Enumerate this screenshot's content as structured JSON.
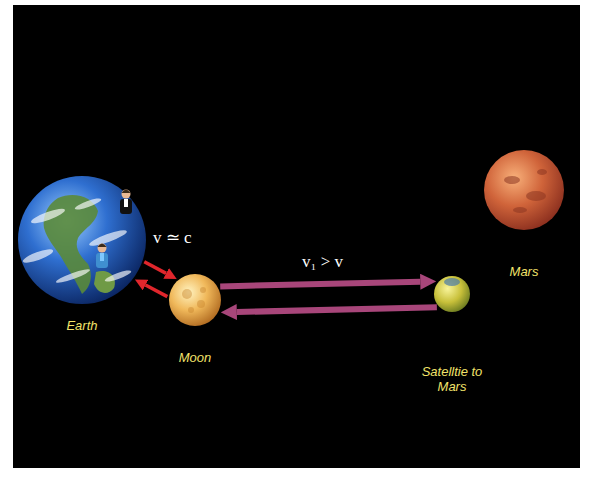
{
  "diagram": {
    "nodes": [
      {
        "text": [
          "Earth"
        ]
      },
      {
        "text": [
          "Moon"
        ]
      },
      {
        "text": [
          "Satelltie to Mars"
        ]
      },
      {
        "text": [
          "Mars"
        ]
      }
    ],
    "edges": [
      {
        "from": 0,
        "to": 1,
        "arrow": "to",
        "label": "v ≃ c"
      },
      {
        "from": 1,
        "to": 0,
        "arrow": "to"
      },
      {
        "from": 1,
        "to": 2,
        "arrow": "to",
        "label": "v₁ > v"
      },
      {
        "from": 2,
        "to": 1,
        "arrow": "to"
      }
    ]
  }
}
